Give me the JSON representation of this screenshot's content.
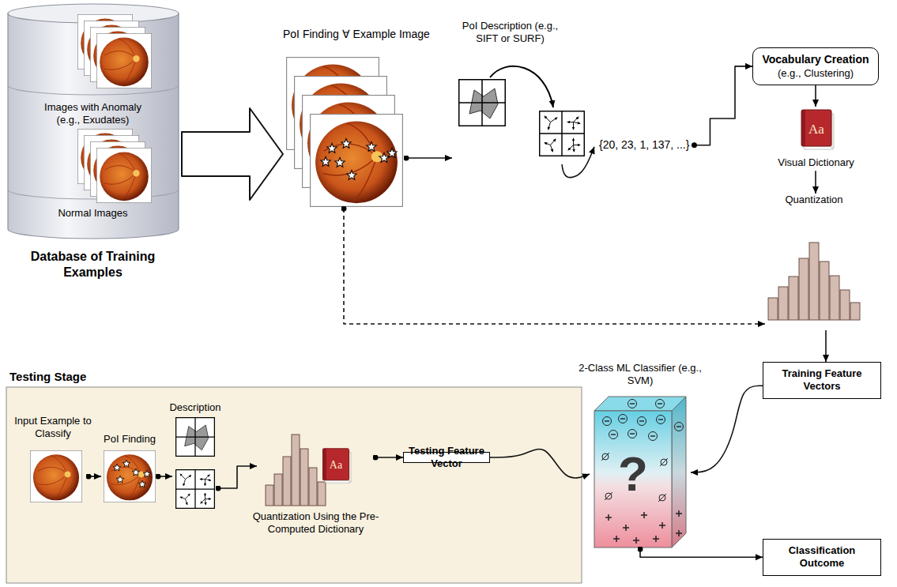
{
  "diagram": {
    "nodes": [
      {
        "text": [
          "Images with Anomaly (e.g., Exudates)",
          "Normal Images",
          "Database of Training Examples"
        ]
      },
      {
        "text": [
          "PoI Finding ∀ Example Image"
        ]
      },
      {
        "text": [
          "PoI Description (e.g., SIFT or SURF)"
        ]
      },
      {
        "text": [
          "{20, 23, 1, 137, ...}"
        ]
      },
      {
        "text": [
          "Vocabulary Creation",
          "(e.g., Clustering)"
        ]
      },
      {
        "text": [
          "Visual Dictionary"
        ]
      },
      {
        "text": [
          "Quantization"
        ]
      },
      {
        "text": [
          "Training Feature Vectors"
        ]
      },
      {
        "text": [
          "2-Class ML Classifier (e.g., SVM)"
        ]
      },
      {
        "text": [
          "Classification Outcome"
        ]
      },
      {
        "text": [
          "Testing Stage"
        ]
      },
      {
        "text": [
          "Input Example to Classify"
        ],
        "in": 10
      },
      {
        "text": [
          "PoI Finding"
        ],
        "in": 10
      },
      {
        "text": [
          "Description"
        ],
        "in": 10
      },
      {
        "text": [
          "Quantization Using the Pre-Computed Dictionary"
        ],
        "in": 10
      },
      {
        "text": [
          "Testing Feature Vector"
        ],
        "in": 10
      }
    ],
    "edges": [
      {
        "from": 0,
        "to": 1,
        "arrow": "to"
      },
      {
        "from": 1,
        "to": 2,
        "arrow": "to"
      },
      {
        "from": 2,
        "to": 3,
        "arrow": "to"
      },
      {
        "from": 3,
        "to": 4,
        "arrow": "to"
      },
      {
        "from": 4,
        "to": 5,
        "arrow": "to"
      },
      {
        "from": 5,
        "to": 6,
        "arrow": "to"
      },
      {
        "from": 1,
        "to": 6,
        "arrow": "to"
      },
      {
        "from": 6,
        "to": 7,
        "arrow": "to"
      },
      {
        "from": 7,
        "to": 8,
        "arrow": "to"
      },
      {
        "from": 15,
        "to": 8,
        "arrow": "to"
      },
      {
        "from": 8,
        "to": 9,
        "arrow": "to"
      },
      {
        "from": 11,
        "to": 12,
        "arrow": "to"
      },
      {
        "from": 12,
        "to": 13,
        "arrow": "to"
      },
      {
        "from": 13,
        "to": 14,
        "arrow": "to"
      },
      {
        "from": 14,
        "to": 15,
        "arrow": "to"
      }
    ],
    "labels": [
      "Aa",
      "Aa",
      "?"
    ]
  }
}
